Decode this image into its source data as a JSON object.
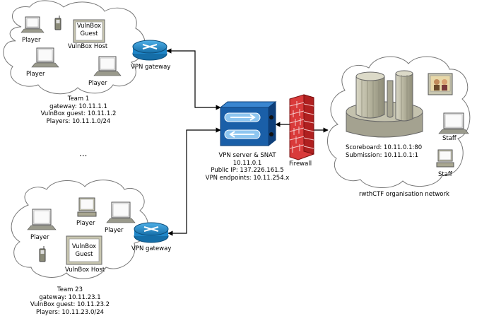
{
  "team1": {
    "labels": {
      "player_a": "Player",
      "player_b": "Player",
      "player_c": "Player",
      "vulnbox_host": "VulnBox Host",
      "vpn_gateway": "VPN gateway"
    },
    "vulnbox_guest": [
      "VulnBox",
      "Guest"
    ],
    "info": [
      "Team 1",
      "gateway: 10.11.1.1",
      "VulnBox guest: 10.11.1.2",
      "Players: 10.11.1.0/24"
    ]
  },
  "ellipsis": "...",
  "team23": {
    "labels": {
      "player_a": "Player",
      "player_b": "Player",
      "player_c": "Player",
      "vulnbox_host": "VulnBox Host",
      "vpn_gateway": "VPN gateway"
    },
    "vulnbox_guest": [
      "VulnBox",
      "Guest"
    ],
    "info": [
      "Team 23",
      "gateway: 10.11.23.1",
      "VulnBox guest: 10.11.23.2",
      "Players: 10.11.23.0/24"
    ]
  },
  "vpn_server": {
    "lines": [
      "VPN server & SNAT",
      "10.11.0.1",
      "Public IP: 137.226.161.5",
      "VPN endpoints: 10.11.254.x"
    ]
  },
  "firewall": {
    "label": "Firewall"
  },
  "org": {
    "server_lines": [
      "Scoreboard: 10.11.0.1:80",
      "Submission: 10.11.0.1:1"
    ],
    "staff_a": "Staff",
    "staff_b": "Staff",
    "network_label": "rwthCTF organisation network"
  },
  "colors": {
    "router": "#1f86c8",
    "switch": "#1a5fa8",
    "firewall": "#d93a3a",
    "server": "#b8b6a0",
    "cloud_stroke": "#777777"
  },
  "icons": [
    "laptop-icon",
    "desktop-computer-icon",
    "phone-icon",
    "router-icon",
    "switch-icon",
    "firewall-icon",
    "server-cluster-icon",
    "video-terminal-icon"
  ]
}
